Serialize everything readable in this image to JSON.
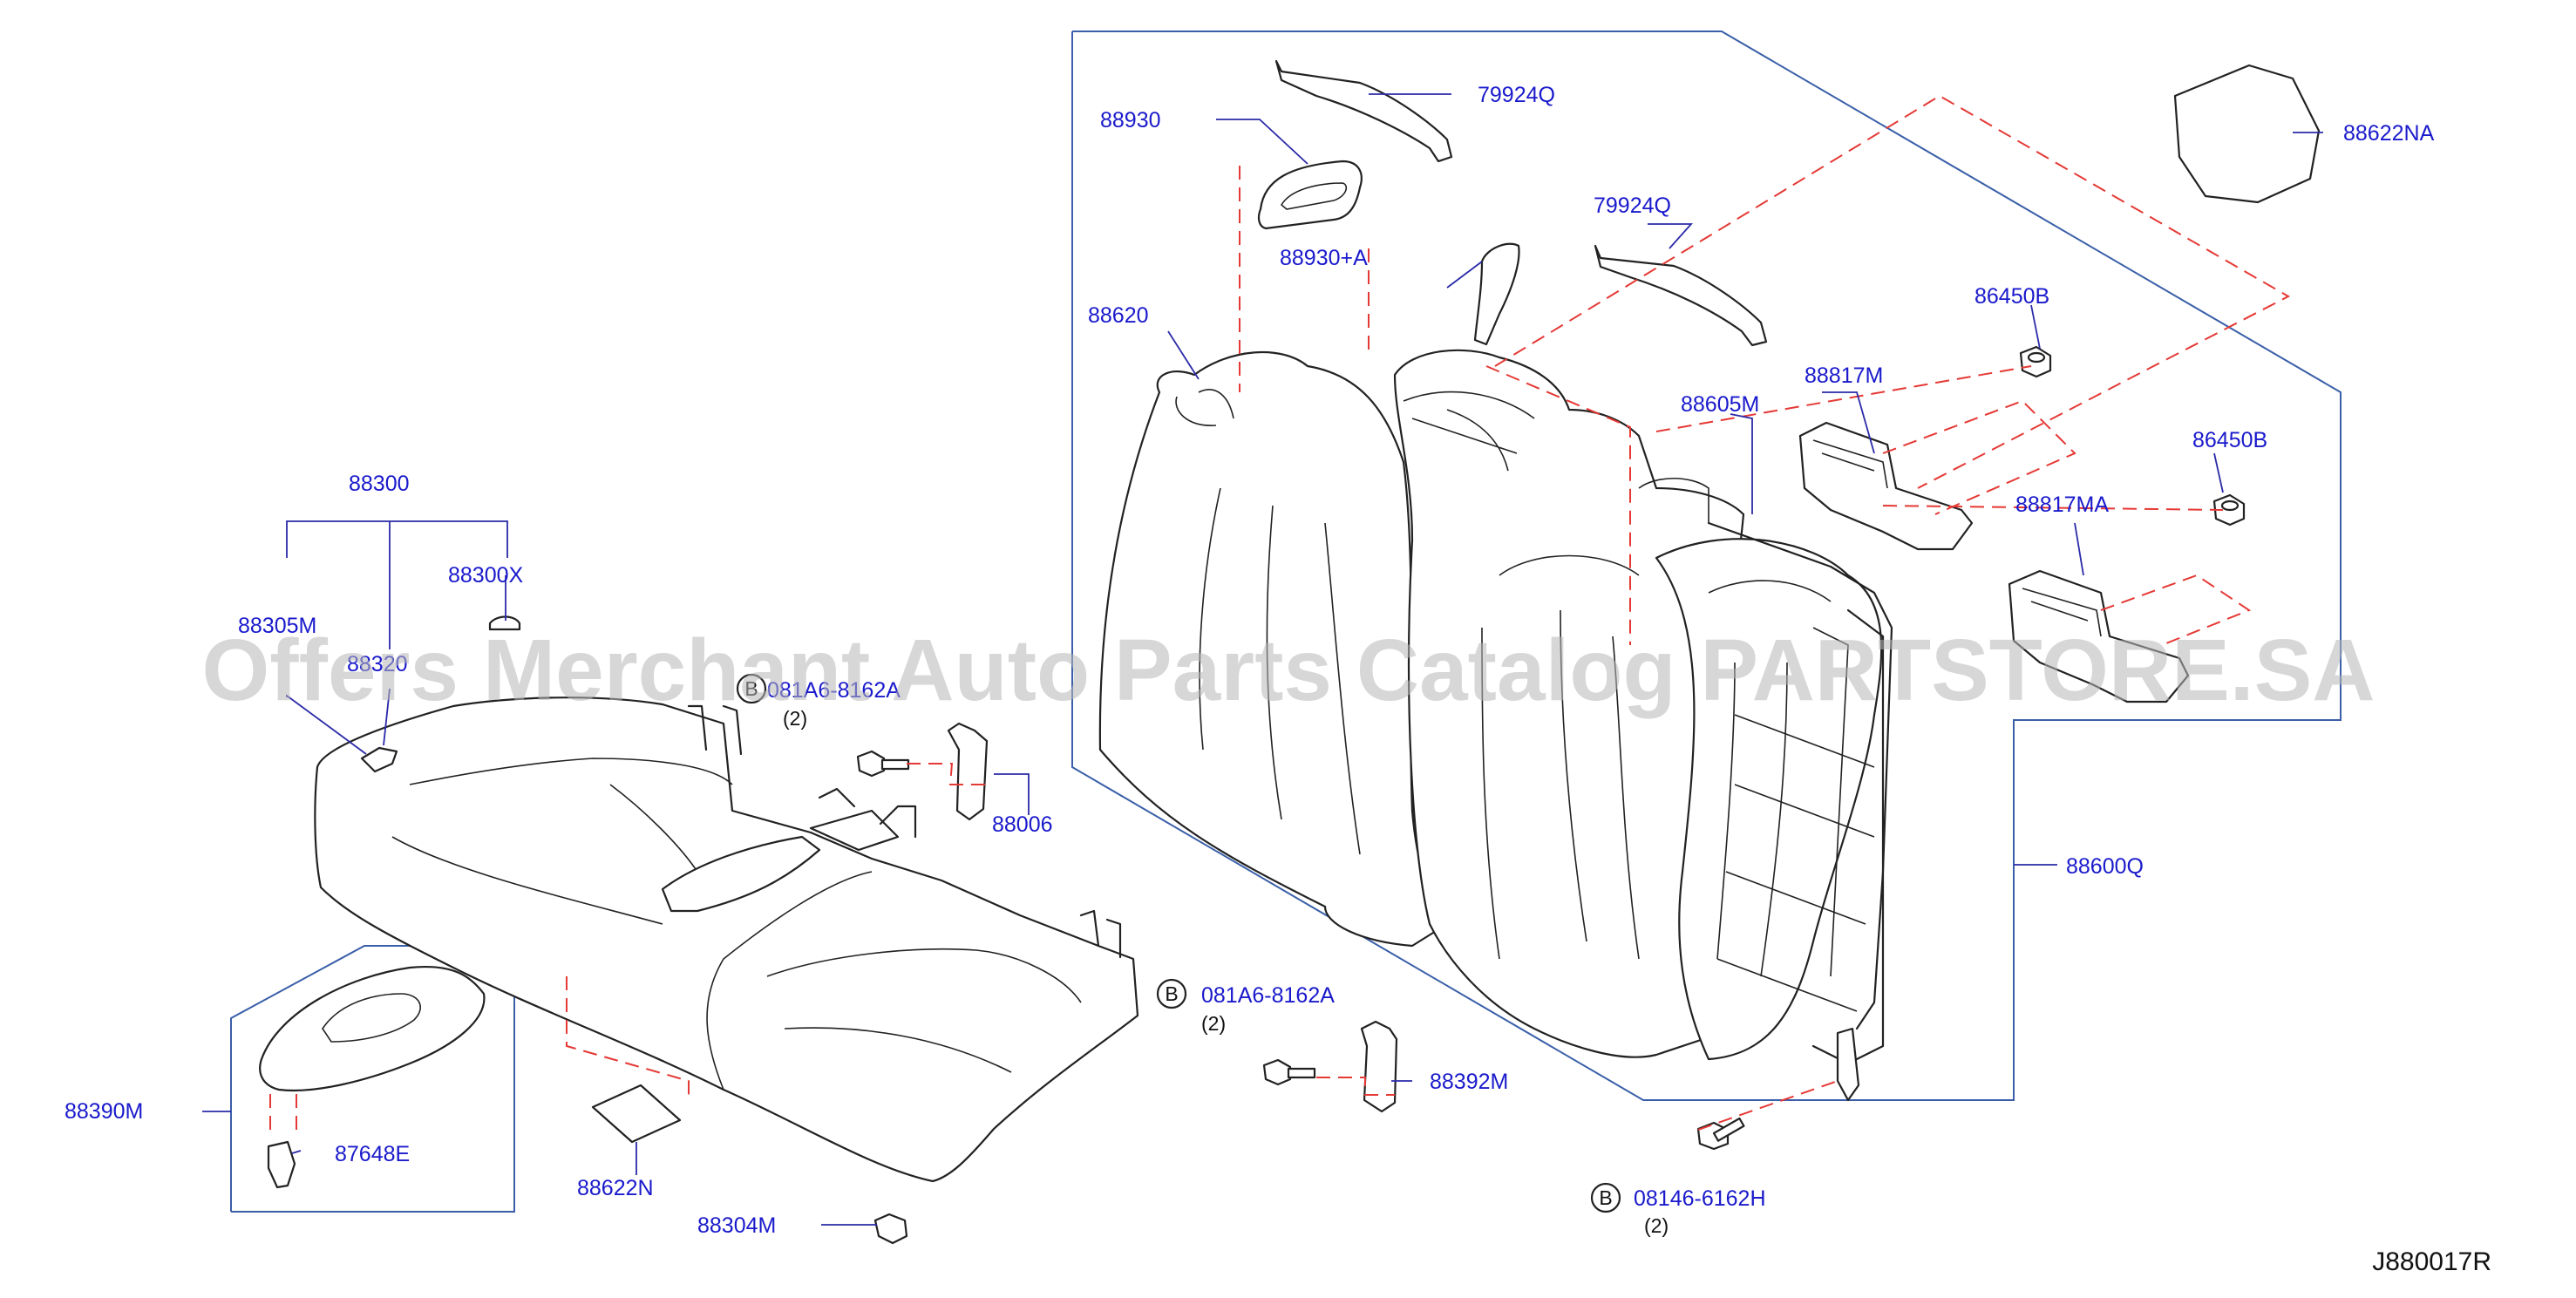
{
  "watermark": "Offers Merchant Auto Parts Catalog PARTSTORE.SA",
  "diagram_ref": "J880017R",
  "bolt_symbol": "B",
  "colors": {
    "label": "#1a1acc",
    "frame": "#3a5fa8",
    "hidden_line": "#e53935",
    "outline": "#222222"
  },
  "callouts": {
    "p79924Q_a": "79924Q",
    "p79924Q_b": "79924Q",
    "p88930": "88930",
    "p88930A": "88930+A",
    "p88622NA": "88622NA",
    "p88620": "88620",
    "p88605M": "88605M",
    "p88817M": "88817M",
    "p86450B_a": "86450B",
    "p86450B_b": "86450B",
    "p88817MA": "88817MA",
    "p88600Q": "88600Q",
    "p88300": "88300",
    "p88300X": "88300X",
    "p88305M": "88305M",
    "p88320": "88320",
    "p88006": "88006",
    "p88390M": "88390M",
    "p87648E": "87648E",
    "p88622N": "88622N",
    "p88304M": "88304M",
    "p88392M": "88392M"
  },
  "fasteners": [
    {
      "code": "081A6-8162A",
      "qty": "(2)"
    },
    {
      "code": "081A6-8162A",
      "qty": "(2)"
    },
    {
      "code": "08146-6162H",
      "qty": "(2)"
    }
  ]
}
